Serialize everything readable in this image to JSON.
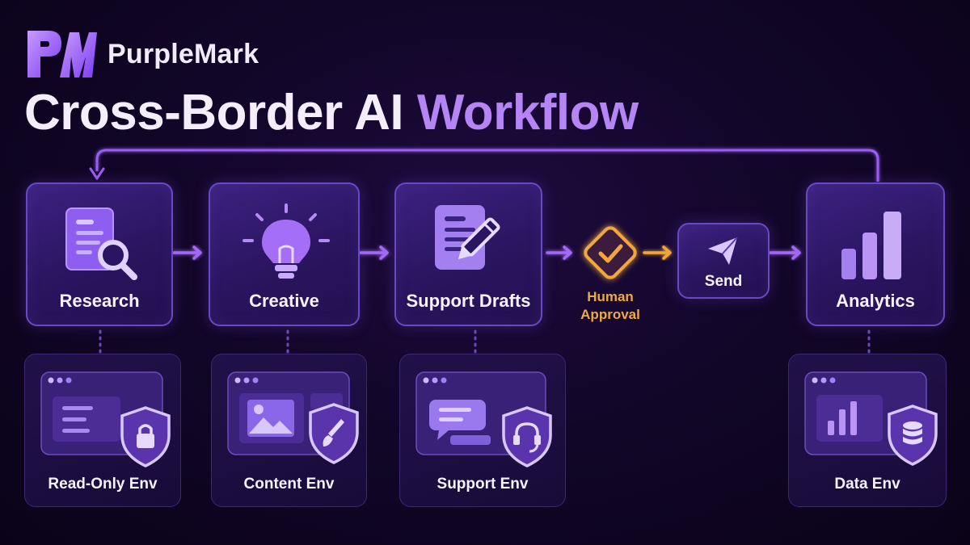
{
  "brand": {
    "name": "PurpleMark",
    "logo_icon": "pm-logo-icon"
  },
  "title": {
    "part1": "Cross-Border AI",
    "part2": "Workflow"
  },
  "steps": [
    {
      "label": "Research",
      "icon": "document-search-icon"
    },
    {
      "label": "Creative",
      "icon": "lightbulb-icon"
    },
    {
      "label": "Support Drafts",
      "icon": "document-pen-icon"
    },
    {
      "label": "Human Approval",
      "icon": "approval-check-icon"
    },
    {
      "label": "Send",
      "icon": "paper-plane-icon"
    },
    {
      "label": "Analytics",
      "icon": "bar-chart-icon"
    }
  ],
  "environments": [
    {
      "label": "Read-Only Env",
      "icon": "shield-lock-icon"
    },
    {
      "label": "Content Env",
      "icon": "shield-brush-icon"
    },
    {
      "label": "Support Env",
      "icon": "shield-headset-icon"
    },
    {
      "label": "Data Env",
      "icon": "shield-database-icon"
    }
  ],
  "colors": {
    "accent": "#a66bf5",
    "approval": "#f2a73b",
    "background": "#120629"
  }
}
